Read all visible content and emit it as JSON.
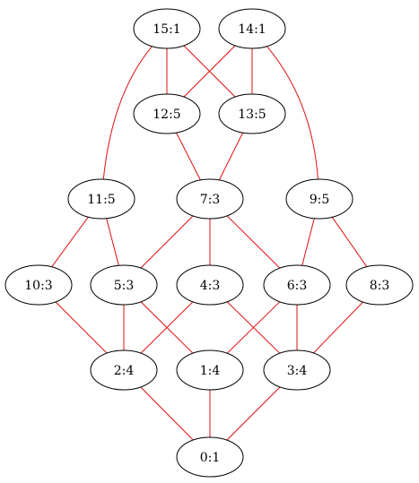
{
  "graph": {
    "edge_color": "#e01010",
    "node_stroke": "#000000",
    "node_fill": "#ffffff",
    "nodes": [
      {
        "id": "15",
        "label": "15:1"
      },
      {
        "id": "14",
        "label": "14:1"
      },
      {
        "id": "12",
        "label": "12:5"
      },
      {
        "id": "13",
        "label": "13:5"
      },
      {
        "id": "11",
        "label": "11:5"
      },
      {
        "id": "7",
        "label": "7:3"
      },
      {
        "id": "9",
        "label": "9:5"
      },
      {
        "id": "10",
        "label": "10:3"
      },
      {
        "id": "5",
        "label": "5:3"
      },
      {
        "id": "4",
        "label": "4:3"
      },
      {
        "id": "6",
        "label": "6:3"
      },
      {
        "id": "8",
        "label": "8:3"
      },
      {
        "id": "2",
        "label": "2:4"
      },
      {
        "id": "1",
        "label": "1:4"
      },
      {
        "id": "3",
        "label": "3:4"
      },
      {
        "id": "0",
        "label": "0:1"
      }
    ],
    "edges": [
      [
        "15",
        "12"
      ],
      [
        "15",
        "13"
      ],
      [
        "15",
        "11"
      ],
      [
        "14",
        "12"
      ],
      [
        "14",
        "13"
      ],
      [
        "14",
        "9"
      ],
      [
        "12",
        "7"
      ],
      [
        "13",
        "7"
      ],
      [
        "11",
        "10"
      ],
      [
        "11",
        "5"
      ],
      [
        "7",
        "5"
      ],
      [
        "7",
        "4"
      ],
      [
        "7",
        "6"
      ],
      [
        "9",
        "6"
      ],
      [
        "9",
        "8"
      ],
      [
        "10",
        "2"
      ],
      [
        "5",
        "2"
      ],
      [
        "5",
        "1"
      ],
      [
        "4",
        "2"
      ],
      [
        "4",
        "3"
      ],
      [
        "6",
        "1"
      ],
      [
        "6",
        "3"
      ],
      [
        "8",
        "3"
      ],
      [
        "2",
        "0"
      ],
      [
        "1",
        "0"
      ],
      [
        "3",
        "0"
      ]
    ]
  }
}
